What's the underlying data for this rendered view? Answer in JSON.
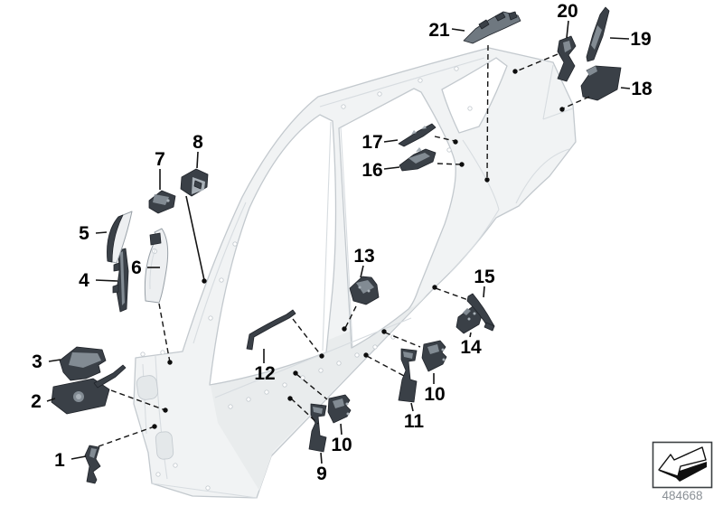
{
  "figure": {
    "type": "vehicle-body-parts-diagram",
    "footer": {
      "document_number": "484668",
      "arrow_icon": "installation-direction-arrow-icon"
    }
  },
  "callouts": [
    {
      "number": "1"
    },
    {
      "number": "2"
    },
    {
      "number": "3"
    },
    {
      "number": "4"
    },
    {
      "number": "5"
    },
    {
      "number": "6"
    },
    {
      "number": "7"
    },
    {
      "number": "8"
    },
    {
      "number": "9"
    },
    {
      "number": "10"
    },
    {
      "number": "10"
    },
    {
      "number": "11"
    },
    {
      "number": "12"
    },
    {
      "number": "13"
    },
    {
      "number": "14"
    },
    {
      "number": "15"
    },
    {
      "number": "16"
    },
    {
      "number": "17"
    },
    {
      "number": "18"
    },
    {
      "number": "19"
    },
    {
      "number": "20"
    },
    {
      "number": "21"
    }
  ]
}
